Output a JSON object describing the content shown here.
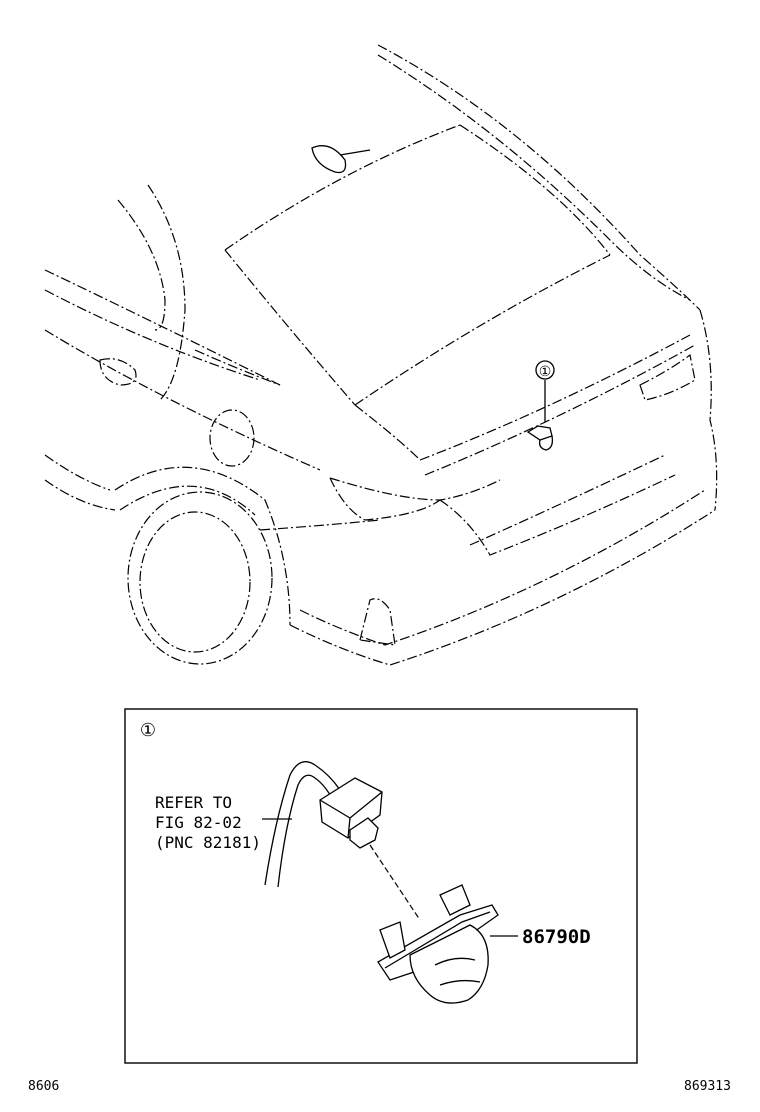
{
  "callout_marker": "①",
  "detail_marker": "①",
  "reference_text": {
    "line1": "REFER TO",
    "line2": "FIG 82-02",
    "line3": "(PNC 82181)"
  },
  "part_number": "86790D",
  "footer_left": "8606",
  "footer_right": "869313"
}
